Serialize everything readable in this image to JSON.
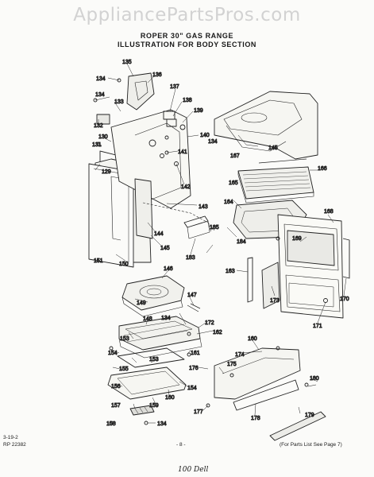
{
  "watermark": "AppliancePartsPros.com",
  "header": {
    "line1": "ROPER 30\" GAS RANGE",
    "line2": "ILLUSTRATION FOR BODY SECTION"
  },
  "footer": {
    "code1": "3-19-2",
    "code2": "RP 22382",
    "page": "- 8 -",
    "note": "(For Parts List See Page 7)",
    "signature": "100 Dell"
  },
  "callouts": [
    "129",
    "130",
    "131",
    "132",
    "133",
    "134",
    "134",
    "134",
    "134",
    "134",
    "135",
    "136",
    "137",
    "138",
    "139",
    "140",
    "141",
    "142",
    "143",
    "144",
    "145",
    "145",
    "146",
    "147",
    "148",
    "149",
    "150",
    "151",
    "153",
    "153",
    "154",
    "154",
    "155",
    "156",
    "157",
    "158",
    "159",
    "160",
    "160",
    "161",
    "162",
    "163",
    "164",
    "165",
    "166",
    "167",
    "168",
    "169",
    "170",
    "171",
    "172",
    "173",
    "174",
    "175",
    "176",
    "177",
    "178",
    "179",
    "180",
    "183",
    "184",
    "185"
  ]
}
